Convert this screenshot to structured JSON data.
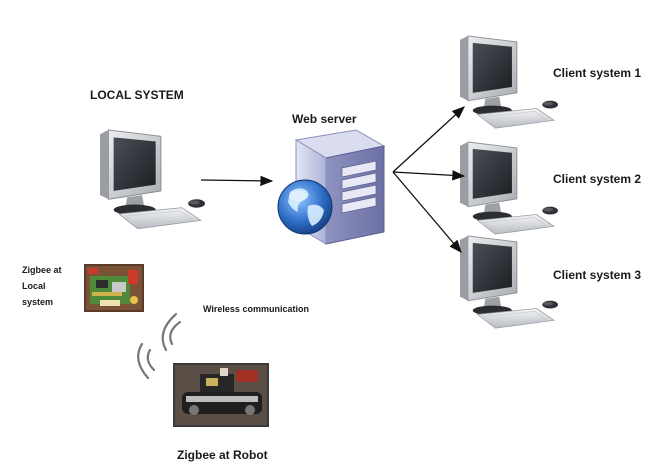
{
  "labels": {
    "local_system": "LOCAL SYSTEM",
    "web_server": "Web server",
    "client_1": "Client system 1",
    "client_2": "Client system 2",
    "client_3": "Client system 3",
    "zigbee_local": "Zigbee at Local system",
    "wireless": "Wireless communication",
    "zigbee_robot": "Zigbee at Robot"
  },
  "icons": {
    "local_computer": "desktop-computer-icon",
    "web_server": "server-tower-globe-icon",
    "clients": "desktop-computer-icon",
    "zigbee_board": "circuit-board-photo",
    "robot": "robot-photo",
    "wireless": "wireless-signal-icon"
  },
  "colors": {
    "arrow": "#111111",
    "text": "#1a1a1a",
    "monitor_frame": "#c9ccd1",
    "screen": "#2a2d33",
    "server_body": "#c8cbe6",
    "globe": "#2f6fc9"
  }
}
